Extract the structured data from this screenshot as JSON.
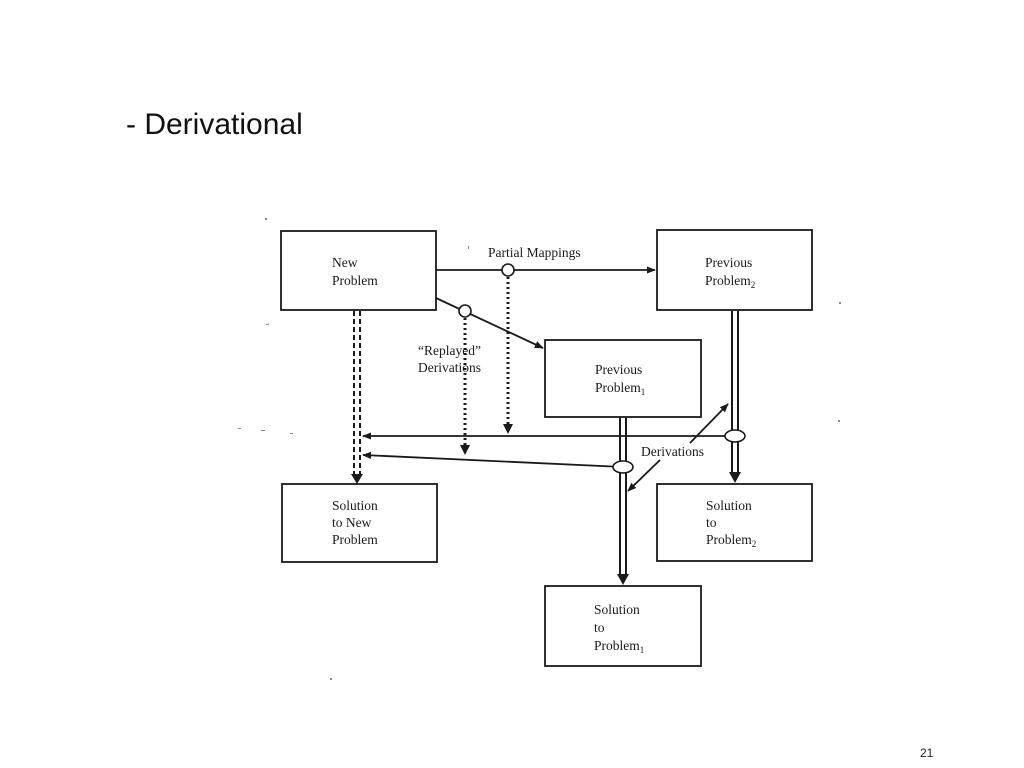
{
  "slide": {
    "title": "- Derivational",
    "page_number": "21"
  },
  "diagram": {
    "boxes": {
      "new_problem": [
        "New",
        "Problem"
      ],
      "previous_problem_2": {
        "lines": [
          "Previous",
          "Problem"
        ],
        "subscript": "2"
      },
      "previous_problem_1": {
        "lines": [
          "Previous",
          "Problem"
        ],
        "subscript": "1"
      },
      "solution_new": [
        "Solution",
        "to New",
        "Problem"
      ],
      "solution_2": {
        "lines": [
          "Solution",
          "to",
          "Problem"
        ],
        "subscript": "2"
      },
      "solution_1": {
        "lines": [
          "Solution",
          "to",
          "Problem"
        ],
        "subscript": "1"
      }
    },
    "labels": {
      "partial_mappings": "Partial Mappings",
      "replayed_derivations": [
        "“Replayed”",
        "Derivations"
      ],
      "derivations": "Derivations"
    }
  }
}
